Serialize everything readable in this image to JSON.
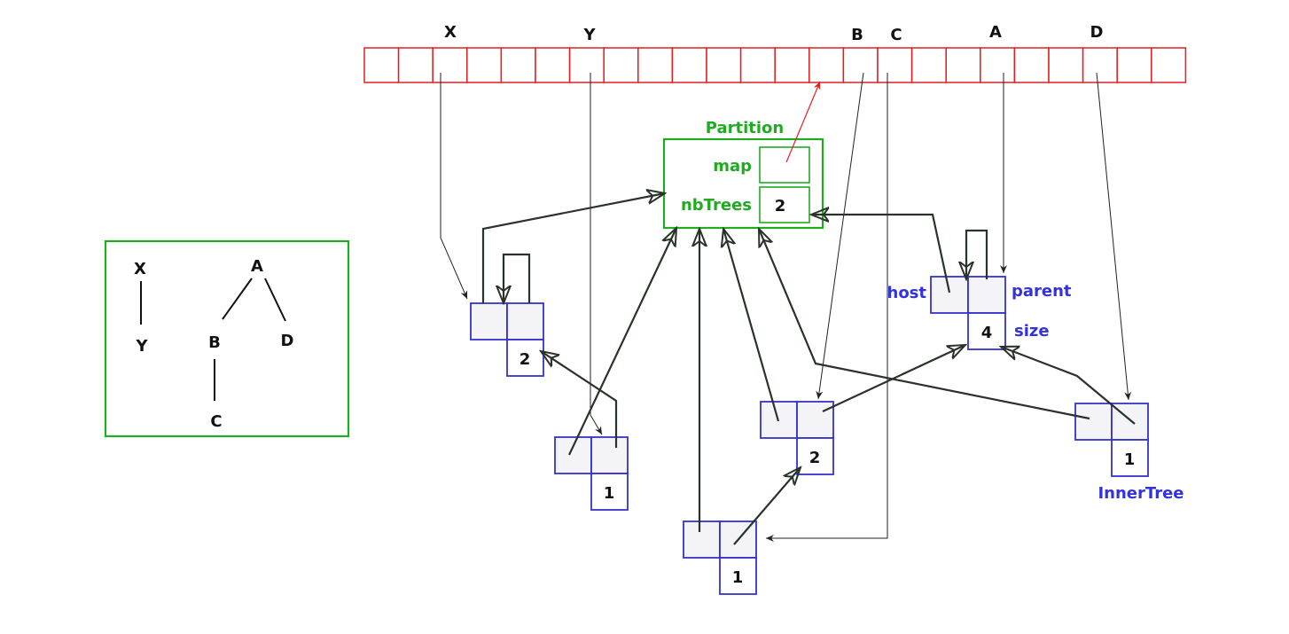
{
  "array": {
    "labels": {
      "x": "X",
      "y": "Y",
      "b": "B",
      "c": "C",
      "a": "A",
      "d": "D"
    }
  },
  "partition": {
    "title": "Partition",
    "map_label": "map",
    "nbtrees_label": "nbTrees",
    "nbtrees_value": "2"
  },
  "inner_tree": {
    "host_label": "host",
    "parent_label": "parent",
    "size_label": "size",
    "type_label": "InnerTree"
  },
  "nodes": {
    "xroot_size": "2",
    "y_size": "1",
    "b_size": "2",
    "c_size": "1",
    "aroot_size": "4",
    "d_size": "1"
  },
  "legend": {
    "x": "X",
    "y": "Y",
    "a": "A",
    "b": "B",
    "c": "C",
    "d": "D"
  },
  "colors": {
    "array": "#e02020",
    "partition": "#22aa22",
    "tree": "#3333cc",
    "pointer": "#2a332a"
  }
}
